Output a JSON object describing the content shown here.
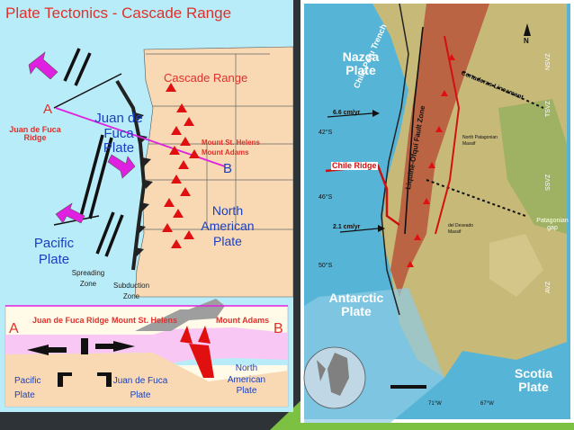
{
  "left": {
    "title": "Plate Tectonics - Cascade Range",
    "labels": {
      "cascade_range": "Cascade Range",
      "a": "A",
      "b": "B",
      "juan_de_fuca_ridge": "Juan de Fuca Ridge",
      "juan_de_fuca_plate": "Juan de Fuca Plate",
      "mount_st_helens": "Mount St. Helens",
      "mount_adams": "Mount Adams",
      "north_american_plate": "North American Plate",
      "pacific_plate": "Pacific Plate",
      "spreading_zone": "Spreading Zone",
      "subduction_zone": "Subduction Zone"
    },
    "cross_section": {
      "a": "A",
      "b": "B",
      "juan_de_fuca_ridge": "Juan de Fuca Ridge",
      "mount_st_helens": "Mount St. Helens",
      "mount_adams": "Mount Adams",
      "pacific_plate": "Pacific Plate",
      "juan_de_fuca_plate": "Juan de Fuca Plate",
      "north_american_plate": "North American Plate"
    },
    "colors": {
      "ocean": "#b8ecf8",
      "land": "#f8d9b4",
      "title": "#e0302a",
      "label_blue": "#1a3fbf",
      "arrow": "#e020e0",
      "volcano": "#e01010"
    }
  },
  "right": {
    "nazca_plate": "Nazca Plate",
    "chile_peru_trench": "Chile-Peru Trench",
    "rate_1": "6.6 cm/yr",
    "rate_2": "2.1 cm/yr",
    "lat_42": "42°S",
    "lat_46": "46°S",
    "lat_50": "50°S",
    "chile_ridge": "Chile Ridge",
    "liquine_ofqui": "Liquiñe-Ofqui Fault Zone",
    "cortaderas": "Cortaderas Lineament",
    "north_patagonian": "North Patagonian Massif",
    "del_deseado": "del Deseado Massif",
    "patagonian_gap": "Patagonian gap",
    "ssvz": "SSVZ",
    "nsvz": "NSVZ",
    "tsvz": "TSVZ",
    "avz": "AVZ",
    "north_arrow": "N",
    "antarctic_plate": "Antarctic Plate",
    "scotia_plate": "Scotia Plate",
    "lon_71": "71°W",
    "lon_67": "67°W",
    "colors": {
      "ocean": "#56b5d6",
      "land": "#c7b978",
      "highlands": "#b9553a"
    }
  }
}
